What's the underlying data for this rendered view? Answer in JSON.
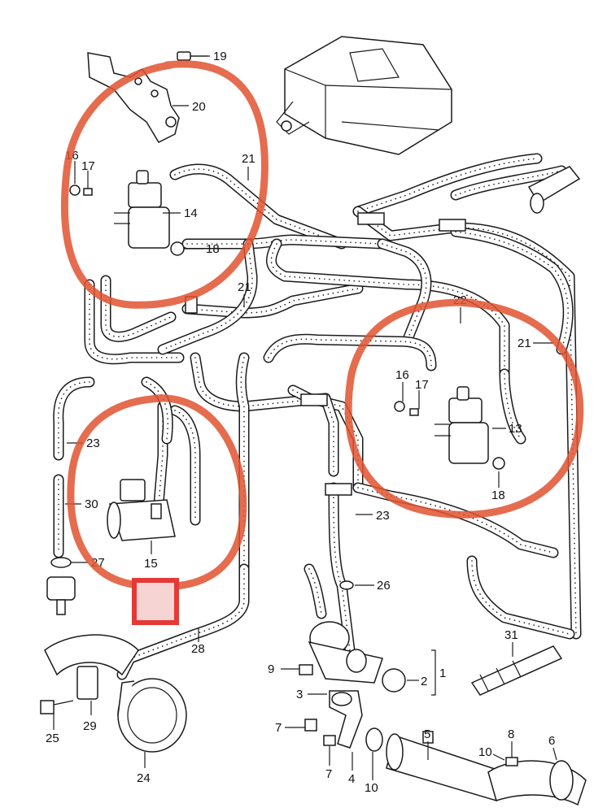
{
  "diagram": {
    "part_labels": [
      {
        "id": "19",
        "text": "19"
      },
      {
        "id": "20",
        "text": "20"
      },
      {
        "id": "16a",
        "text": "16"
      },
      {
        "id": "17a",
        "text": "17"
      },
      {
        "id": "21a",
        "text": "21"
      },
      {
        "id": "14",
        "text": "14"
      },
      {
        "id": "18a",
        "text": "18"
      },
      {
        "id": "21b",
        "text": "21"
      },
      {
        "id": "22",
        "text": "22"
      },
      {
        "id": "21c",
        "text": "21"
      },
      {
        "id": "16b",
        "text": "16"
      },
      {
        "id": "17b",
        "text": "17"
      },
      {
        "id": "13",
        "text": "13"
      },
      {
        "id": "18b",
        "text": "18"
      },
      {
        "id": "23a",
        "text": "23"
      },
      {
        "id": "30",
        "text": "30"
      },
      {
        "id": "27",
        "text": "27"
      },
      {
        "id": "15",
        "text": "15"
      },
      {
        "id": "23b",
        "text": "23"
      },
      {
        "id": "26",
        "text": "26"
      },
      {
        "id": "28",
        "text": "28"
      },
      {
        "id": "31",
        "text": "31"
      },
      {
        "id": "9",
        "text": "9"
      },
      {
        "id": "1",
        "text": "1"
      },
      {
        "id": "2",
        "text": "2"
      },
      {
        "id": "3",
        "text": "3"
      },
      {
        "id": "29",
        "text": "29"
      },
      {
        "id": "25",
        "text": "25"
      },
      {
        "id": "7a",
        "text": "7"
      },
      {
        "id": "7b",
        "text": "7"
      },
      {
        "id": "24",
        "text": "24"
      },
      {
        "id": "5",
        "text": "5"
      },
      {
        "id": "4",
        "text": "4"
      },
      {
        "id": "10a",
        "text": "10"
      },
      {
        "id": "10b",
        "text": "10"
      },
      {
        "id": "8",
        "text": "8"
      },
      {
        "id": "6",
        "text": "6"
      }
    ],
    "colors": {
      "line": "#1a1a1a",
      "annotation_circle": "#e0522f",
      "highlight_box": "#e53935",
      "highlight_fill": "#f6d4d4"
    }
  }
}
